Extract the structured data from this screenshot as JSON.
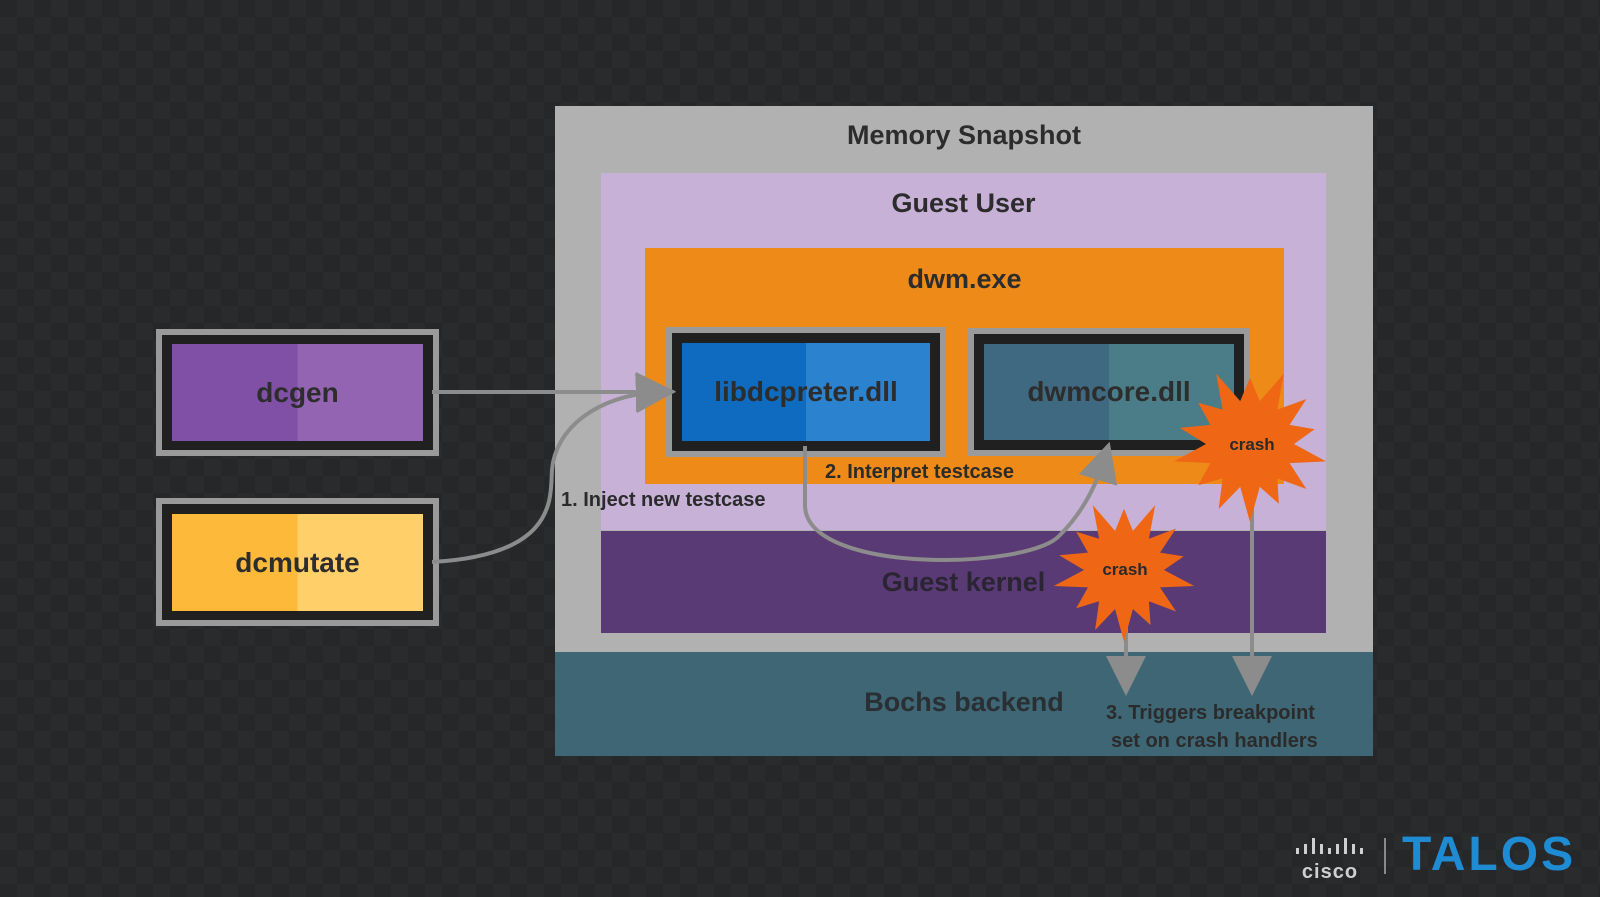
{
  "diagram": {
    "memory_snapshot": "Memory Snapshot",
    "guest_user": "Guest User",
    "dwm_exe": "dwm.exe",
    "libdcpreter": "libdcpreter.dll",
    "dwmcore": "dwmcore.dll",
    "guest_kernel": "Guest kernel",
    "bochs_backend": "Bochs backend",
    "dcgen": "dcgen",
    "dcmutate": "dcmutate",
    "step1": "1. Inject new testcase",
    "step2": "2. Interpret testcase",
    "step3_line1": "3. Triggers breakpoint",
    "step3_line2": "set on crash handlers",
    "crash_label": "crash"
  },
  "branding": {
    "cisco": "cisco",
    "talos": "TALOS"
  },
  "colors": {
    "memory": "#b1b1b1",
    "guest_user": "#c7b1d6",
    "dwm": "#ee8a17",
    "libdcpreter": "#1f74c2",
    "dwmcore": "#457487",
    "kernel": "#5a3a74",
    "bochs": "#3e6674",
    "dcgen": "#8a55ad",
    "dcmutate": "#fdc34a",
    "crash": "#ef6614",
    "talos": "#1f8bd2"
  }
}
